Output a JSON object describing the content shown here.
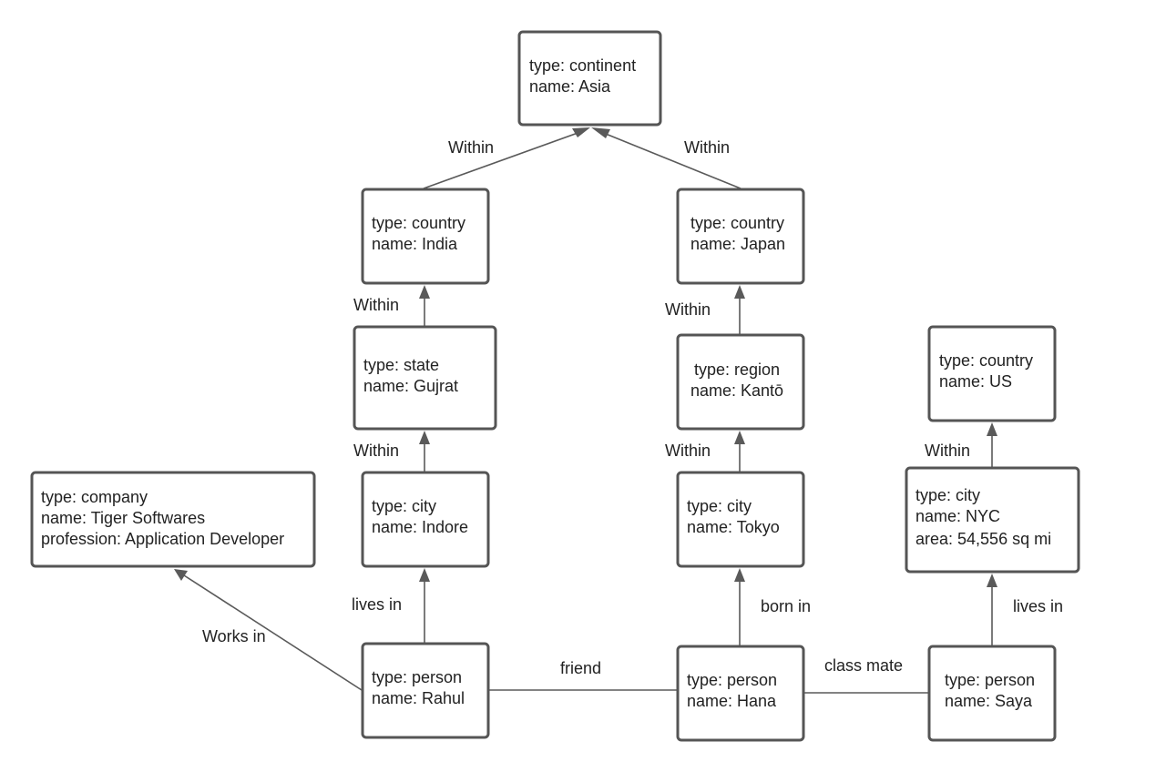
{
  "nodes": {
    "asia": {
      "lines": [
        "type: continent",
        "name: Asia"
      ]
    },
    "india": {
      "lines": [
        "type: country",
        "name: India"
      ]
    },
    "japan": {
      "lines": [
        "type: country",
        "name: Japan"
      ]
    },
    "gujrat": {
      "lines": [
        "type: state",
        "name: Gujrat"
      ]
    },
    "kanto": {
      "lines": [
        "type: region",
        "name: Kantō"
      ]
    },
    "us": {
      "lines": [
        "type: country",
        "name: US"
      ]
    },
    "company": {
      "lines": [
        "type: company",
        "name: Tiger Softwares",
        "profession: Application Developer"
      ]
    },
    "indore": {
      "lines": [
        "type: city",
        "name: Indore"
      ]
    },
    "tokyo": {
      "lines": [
        "type: city",
        "name: Tokyo"
      ]
    },
    "nyc": {
      "lines": [
        "type: city",
        "name: NYC",
        "area: 54,556 sq mi"
      ]
    },
    "rahul": {
      "lines": [
        "type: person",
        "name: Rahul"
      ]
    },
    "hana": {
      "lines": [
        "type: person",
        "name: Hana"
      ]
    },
    "saya": {
      "lines": [
        "type: person",
        "name: Saya"
      ]
    }
  },
  "edges": {
    "india_asia": {
      "label": "Within"
    },
    "japan_asia": {
      "label": "Within"
    },
    "gujrat_india": {
      "label": "Within"
    },
    "kanto_japan": {
      "label": "Within"
    },
    "indore_gujrat": {
      "label": "Within"
    },
    "tokyo_kanto": {
      "label": "Within"
    },
    "nyc_us": {
      "label": "Within"
    },
    "rahul_indore": {
      "label": "lives in"
    },
    "hana_tokyo": {
      "label": "born in"
    },
    "saya_nyc": {
      "label": "lives in"
    },
    "rahul_company": {
      "label": "Works in"
    },
    "rahul_hana": {
      "label": "friend"
    },
    "hana_saya": {
      "label": "class mate"
    }
  },
  "colors": {
    "stroke": "#555555",
    "edge": "#5a5a5a",
    "text": "#222222",
    "background": "#ffffff"
  }
}
